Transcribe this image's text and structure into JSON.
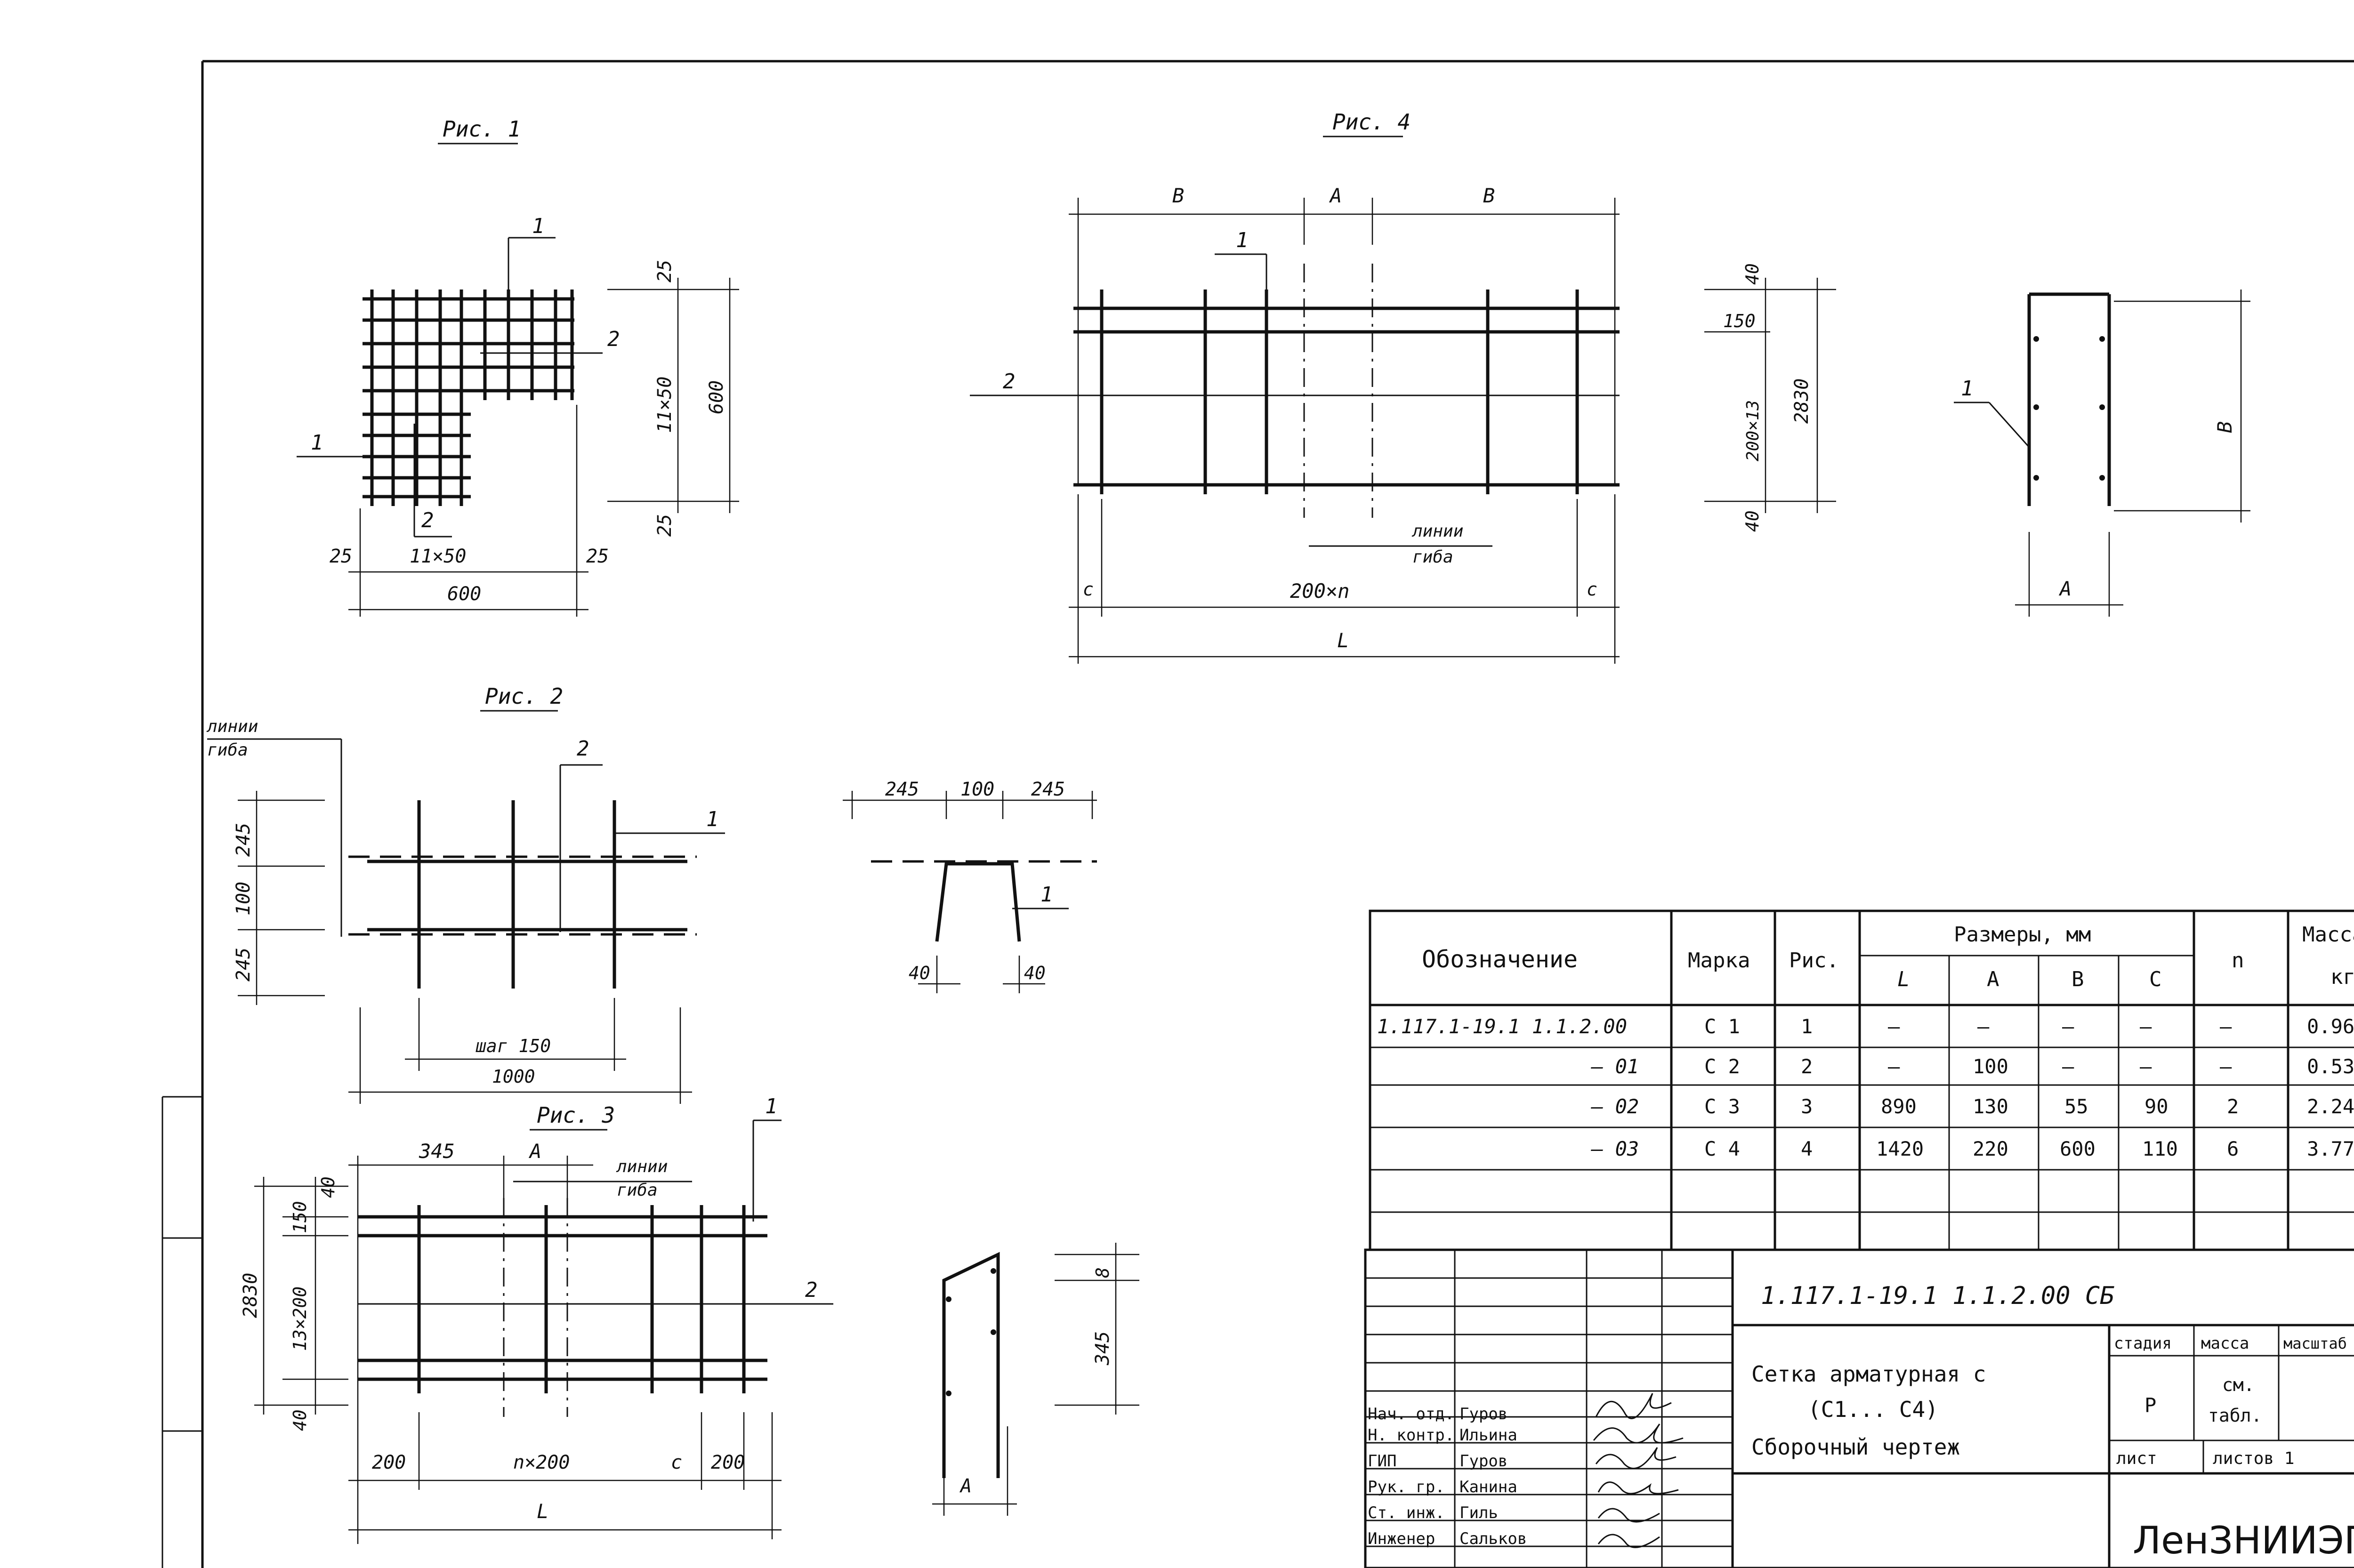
{
  "figures": {
    "fig1": {
      "title": "Рис. 1",
      "pos_a": "1",
      "pos_b": "2",
      "pos_c": "1",
      "pos_d": "2",
      "d_25a": "25",
      "d_11x50": "11×50",
      "d_25b": "25",
      "d_600": "600",
      "v_25a": "25",
      "v_11x50": "11×50",
      "v_600": "600",
      "v_25b": "25"
    },
    "fig2": {
      "title": "Рис. 2",
      "bend": "линии\nгиба",
      "bend1": "линии",
      "bend2": "гиба",
      "pos1": "1",
      "pos2": "2",
      "v_245a": "245",
      "v_100": "100",
      "v_245b": "245",
      "step": "шаг 150",
      "total": "1000",
      "profile_245a": "245",
      "profile_100": "100",
      "profile_245b": "245",
      "profile_pos": "1",
      "profile_40a": "40",
      "profile_40b": "40"
    },
    "fig3": {
      "title": "Рис. 3",
      "d_345": "345",
      "d_A": "A",
      "bend1": "линии",
      "bend2": "гиба",
      "pos1": "1",
      "pos2": "2",
      "v_2830": "2830",
      "v_150": "150",
      "v_13x200": "13×200",
      "v_40a": "40",
      "v_40b": "40",
      "d_200a": "200",
      "d_nx200": "n×200",
      "d_c": "c",
      "d_200b": "200",
      "d_L": "L",
      "side_8": "8",
      "side_345": "345",
      "side_A": "A"
    },
    "fig4": {
      "title": "Рис. 4",
      "d_B1": "B",
      "d_A": "A",
      "d_B2": "B",
      "pos1": "1",
      "pos2": "2",
      "bend1": "линии",
      "bend2": "гиба",
      "d_c1": "c",
      "d_200xn": "200×n",
      "d_c2": "c",
      "d_L": "L",
      "v_40a": "40",
      "v_150": "150",
      "v_2830": "2830",
      "v_200x13": "200×13",
      "v_40b": "40",
      "sec_pos": "1",
      "sec_B": "B",
      "sec_A": "A"
    }
  },
  "spec_table": {
    "headers": {
      "designation": "Обозначение",
      "mark": "Марка",
      "fig": "Рис.",
      "sizes": "Размеры, мм",
      "L": "L",
      "A": "A",
      "B": "B",
      "C": "C",
      "n": "n",
      "mass": "Масса,",
      "mass_unit": "кг"
    },
    "rows": [
      {
        "designation": "1.117.1-19.1 1.1.2.00",
        "mark": "С 1",
        "fig": "1",
        "L": "—",
        "A": "—",
        "B": "—",
        "C": "—",
        "n": "—",
        "mass": "0.96"
      },
      {
        "designation": "– 01",
        "mark": "С 2",
        "fig": "2",
        "L": "—",
        "A": "100",
        "B": "—",
        "C": "—",
        "n": "—",
        "mass": "0.53"
      },
      {
        "designation": "– 02",
        "mark": "С 3",
        "fig": "3",
        "L": "890",
        "A": "130",
        "B": "55",
        "C": "90",
        "n": "2",
        "mass": "2.24"
      },
      {
        "designation": "– 03",
        "mark": "С 4",
        "fig": "4",
        "L": "1420",
        "A": "220",
        "B": "600",
        "C": "110",
        "n": "6",
        "mass": "3.77"
      }
    ]
  },
  "title_block": {
    "doc_code": "1.117.1-19.1  1.1.2.00 СБ",
    "title_line1": "Сетка арматурная с",
    "title_line2": "(С1... С4)",
    "title_line3": "Сборочный чертеж",
    "stage_label": "стадия",
    "mass_label": "масса",
    "scale_label": "масштаб",
    "stage": "Р",
    "mass_value1": "см.",
    "mass_value2": "табл.",
    "sheet_label": "лист",
    "sheets_label": "листов 1",
    "org": "ЛенЗНИИЭП",
    "signers": [
      {
        "role": "Нач. отд.",
        "name": "Гуров"
      },
      {
        "role": "Н. контр.",
        "name": "Ильина"
      },
      {
        "role": "ГИП",
        "name": "Гуров"
      },
      {
        "role": "Рук. гр.",
        "name": "Канина"
      },
      {
        "role": "Ст. инж.",
        "name": "Гиль"
      },
      {
        "role": "Инженер",
        "name": "Сальков"
      }
    ]
  }
}
